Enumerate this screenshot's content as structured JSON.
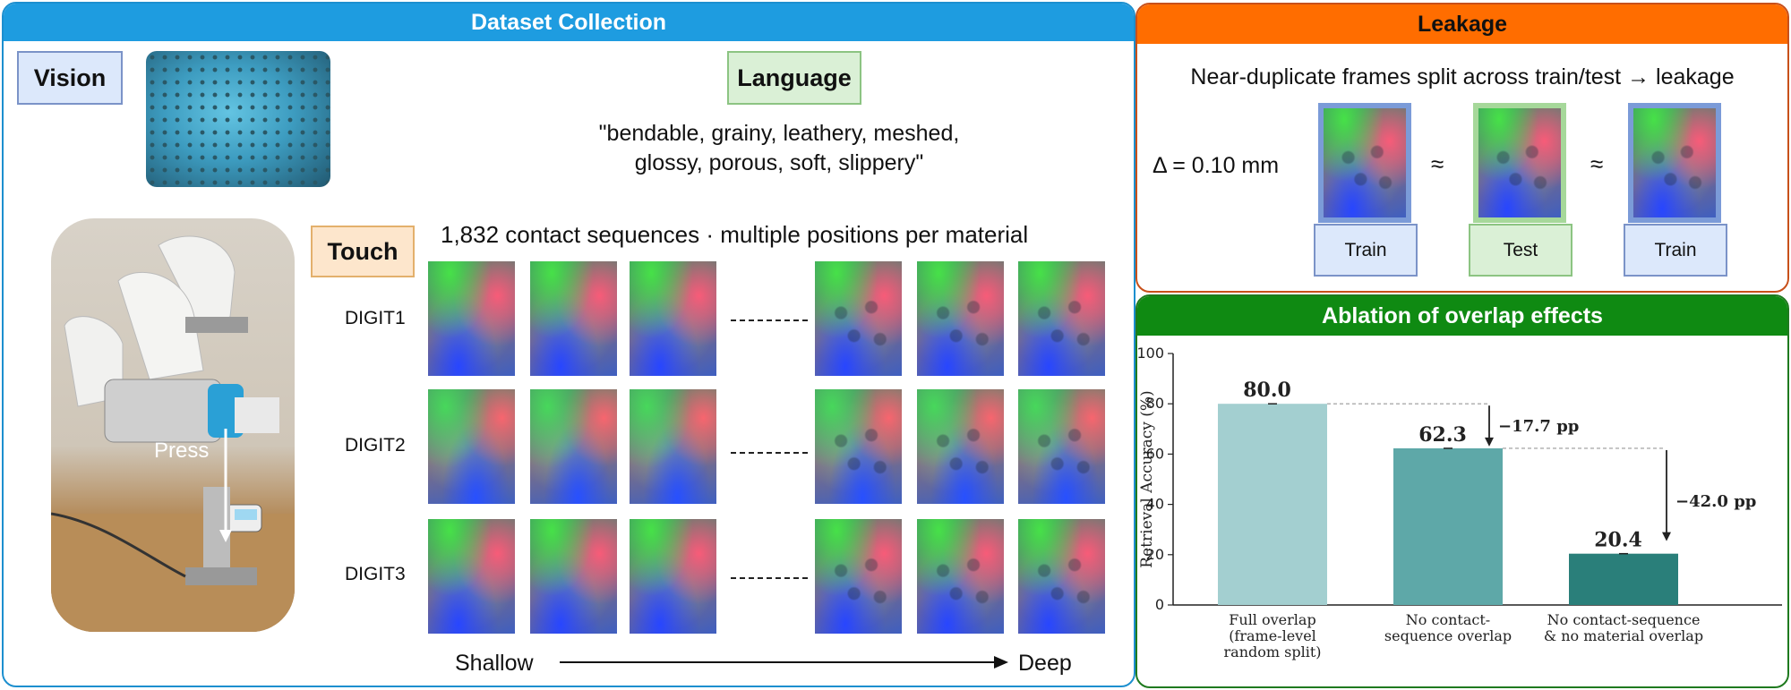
{
  "dataset": {
    "header": "Dataset Collection",
    "vision_label": "Vision",
    "language_label": "Language",
    "language_text_line1": "\"bendable, grainy, leathery, meshed,",
    "language_text_line2": "glossy, porous, soft, slippery\"",
    "touch_label": "Touch",
    "touch_caption": "1,832 contact sequences · multiple positions per material",
    "rows": [
      "DIGIT1",
      "DIGIT2",
      "DIGIT3"
    ],
    "press_label": "Press",
    "axis_start": "Shallow",
    "axis_end": "Deep"
  },
  "leakage": {
    "header": "Leakage",
    "caption": "Near-duplicate frames split across train/test → leakage",
    "delta": "Δ = 0.10 mm",
    "approx": "≈",
    "splits": [
      "Train",
      "Test",
      "Train"
    ]
  },
  "ablation": {
    "header": "Ablation of overlap effects"
  },
  "colors": {
    "dataset_header": "#1e9ce0",
    "leakage_header": "#ff6d00",
    "ablation_header": "#0f8a12",
    "bar1": "#a3cfd0",
    "bar2": "#5ea8a8",
    "bar3": "#2a7f7a"
  },
  "chart_data": {
    "type": "bar",
    "categories": [
      [
        "Full overlap",
        "(frame-level",
        "random split)"
      ],
      [
        "No contact-",
        "sequence overlap"
      ],
      [
        "No contact-sequence",
        "& no material overlap"
      ]
    ],
    "values": [
      80.0,
      62.3,
      20.4
    ],
    "value_labels": [
      "80.0",
      "62.3",
      "20.4"
    ],
    "ylabel": "Retrieval Accuracy (%)",
    "ylim": [
      0,
      100
    ],
    "yticks": [
      0,
      20,
      40,
      60,
      80,
      100
    ],
    "annotations": [
      "−17.7 pp",
      "−42.0 pp"
    ]
  }
}
